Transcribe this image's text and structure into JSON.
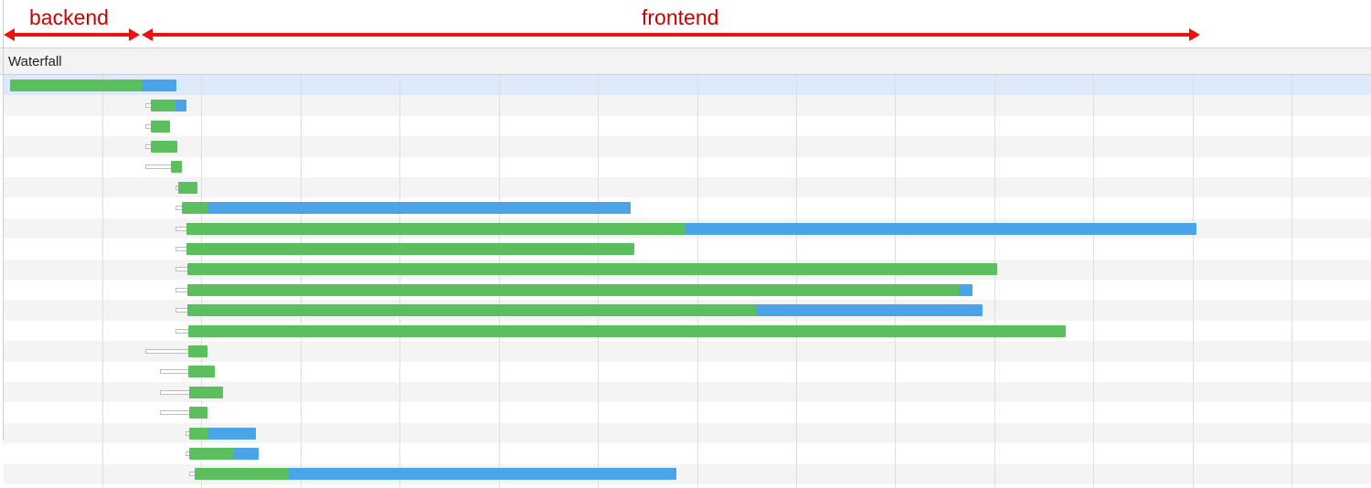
{
  "annotations": {
    "backend_label": "backend",
    "frontend_label": "frontend",
    "color": "#cc0000",
    "arrow_color": "#ee1111"
  },
  "panel": {
    "title": "Waterfall"
  },
  "colors": {
    "content_download": "#5cbf5e",
    "waiting": "#4aa5e8",
    "selected_row": "#dceafc",
    "alt_row": "#f4f4f4",
    "stall": "#ffffff"
  },
  "rows": [
    {
      "selected": true,
      "stall": [
        0,
        0
      ],
      "green": [
        11,
        155
      ],
      "blue": [
        155,
        193
      ]
    },
    {
      "selected": false,
      "stall": [
        159,
        165
      ],
      "green": [
        165,
        192
      ],
      "blue": [
        192,
        204
      ]
    },
    {
      "selected": false,
      "stall": [
        159,
        165
      ],
      "green": [
        165,
        186
      ],
      "blue": [
        0,
        0
      ]
    },
    {
      "selected": false,
      "stall": [
        159,
        165
      ],
      "green": [
        165,
        194
      ],
      "blue": [
        0,
        0
      ]
    },
    {
      "selected": false,
      "stall": [
        159,
        187
      ],
      "green": [
        187,
        199
      ],
      "blue": [
        0,
        0
      ]
    },
    {
      "selected": false,
      "stall": [
        192,
        195
      ],
      "green": [
        195,
        216
      ],
      "blue": [
        0,
        0
      ]
    },
    {
      "selected": false,
      "stall": [
        192,
        199
      ],
      "green": [
        199,
        228
      ],
      "blue": [
        228,
        690
      ]
    },
    {
      "selected": false,
      "stall": [
        192,
        204
      ],
      "green": [
        204,
        749
      ],
      "blue": [
        749,
        1309
      ]
    },
    {
      "selected": false,
      "stall": [
        192,
        204
      ],
      "green": [
        204,
        694
      ],
      "blue": [
        0,
        0
      ]
    },
    {
      "selected": false,
      "stall": [
        192,
        205
      ],
      "green": [
        205,
        1091
      ],
      "blue": [
        0,
        0
      ]
    },
    {
      "selected": false,
      "stall": [
        192,
        205
      ],
      "green": [
        205,
        1049
      ],
      "blue": [
        1049,
        1064
      ]
    },
    {
      "selected": false,
      "stall": [
        192,
        205
      ],
      "green": [
        205,
        827
      ],
      "blue": [
        827,
        1075
      ]
    },
    {
      "selected": false,
      "stall": [
        192,
        206
      ],
      "green": [
        206,
        1166
      ],
      "blue": [
        0,
        0
      ]
    },
    {
      "selected": false,
      "stall": [
        159,
        206
      ],
      "green": [
        206,
        227
      ],
      "blue": [
        0,
        0
      ]
    },
    {
      "selected": false,
      "stall": [
        175,
        206
      ],
      "green": [
        206,
        235
      ],
      "blue": [
        0,
        0
      ]
    },
    {
      "selected": false,
      "stall": [
        175,
        207
      ],
      "green": [
        207,
        244
      ],
      "blue": [
        0,
        0
      ]
    },
    {
      "selected": false,
      "stall": [
        175,
        207
      ],
      "green": [
        207,
        227
      ],
      "blue": [
        0,
        0
      ]
    },
    {
      "selected": false,
      "stall": [
        203,
        207
      ],
      "green": [
        207,
        228
      ],
      "blue": [
        228,
        280
      ]
    },
    {
      "selected": false,
      "stall": [
        203,
        207
      ],
      "green": [
        207,
        255
      ],
      "blue": [
        255,
        283
      ]
    },
    {
      "selected": false,
      "stall": [
        207,
        213
      ],
      "green": [
        213,
        316
      ],
      "blue": [
        316,
        740
      ]
    }
  ]
}
